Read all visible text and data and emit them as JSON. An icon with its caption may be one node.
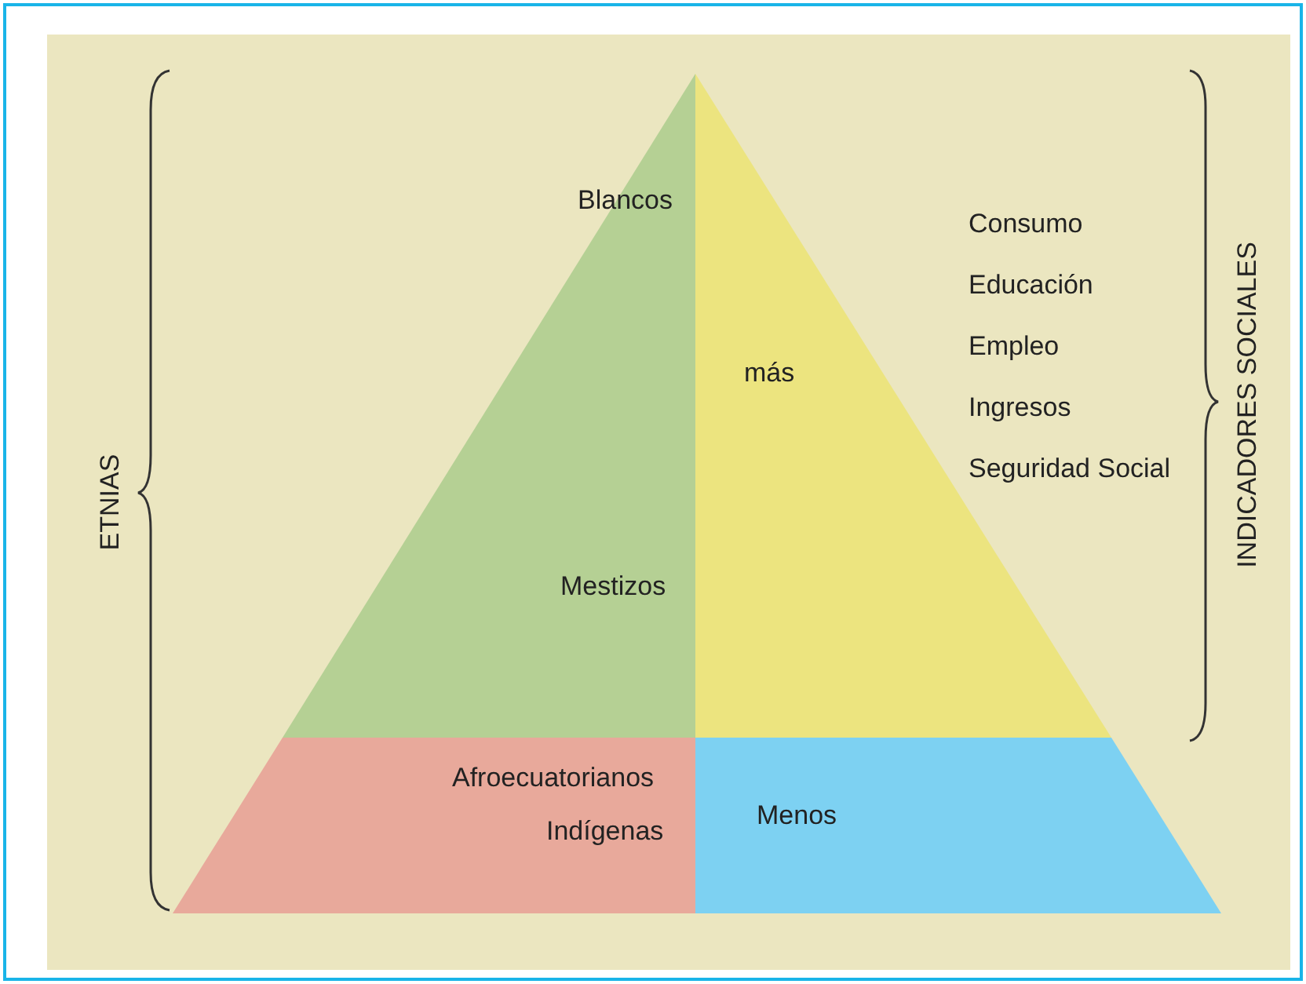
{
  "diagram": {
    "nodes": [
      {
        "text": [
          "Blancos",
          "Mestizos"
        ]
      },
      {
        "text": [
          "más"
        ]
      },
      {
        "text": [
          "Afroecuatorianos",
          "Indígenas"
        ]
      },
      {
        "text": [
          "Menos"
        ]
      }
    ],
    "labels": [
      "ETNIAS",
      "Consumo",
      "Educación",
      "Empleo",
      "Ingresos",
      "Seguridad Social",
      "INDICADORES SOCIALES"
    ]
  }
}
